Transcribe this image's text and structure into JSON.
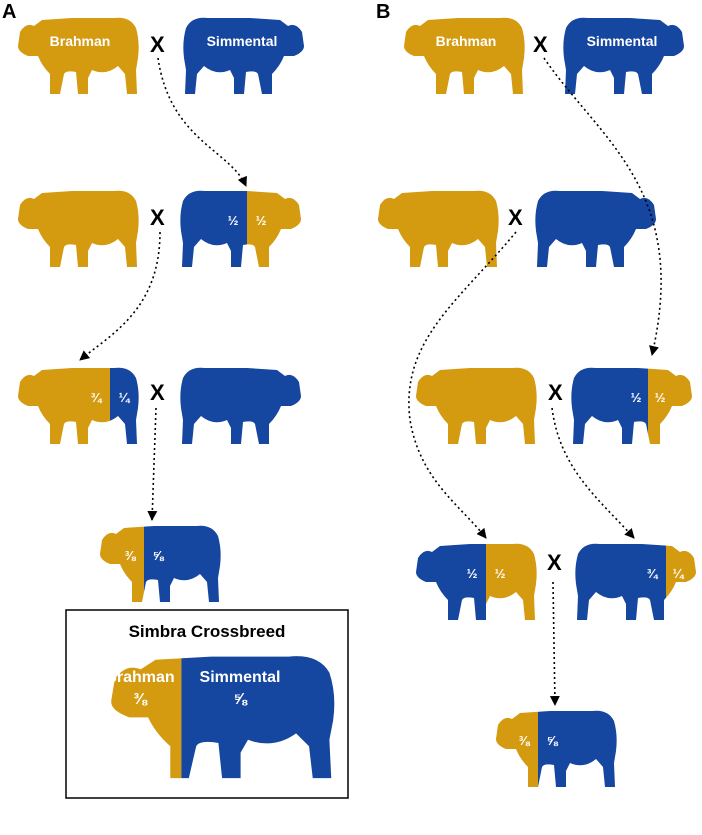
{
  "colors": {
    "brahman": "#d49a10",
    "simmental": "#1546a0"
  },
  "panels": [
    {
      "label": "A"
    },
    {
      "label": "B"
    }
  ],
  "cross_symbol": "X",
  "breeds": {
    "brahman": "Brahman",
    "simmental": "Simmental"
  },
  "fractions": {
    "half": "½",
    "three_quarter": "¾",
    "quarter": "¼",
    "three_eighths": "⅜",
    "five_eighths": "⅝"
  },
  "summary_box": {
    "title": "Simbra Crossbreed",
    "brahman_label": "Brahman",
    "brahman_fraction": "⅜",
    "simmental_label": "Simmental",
    "simmental_fraction": "⅝"
  }
}
